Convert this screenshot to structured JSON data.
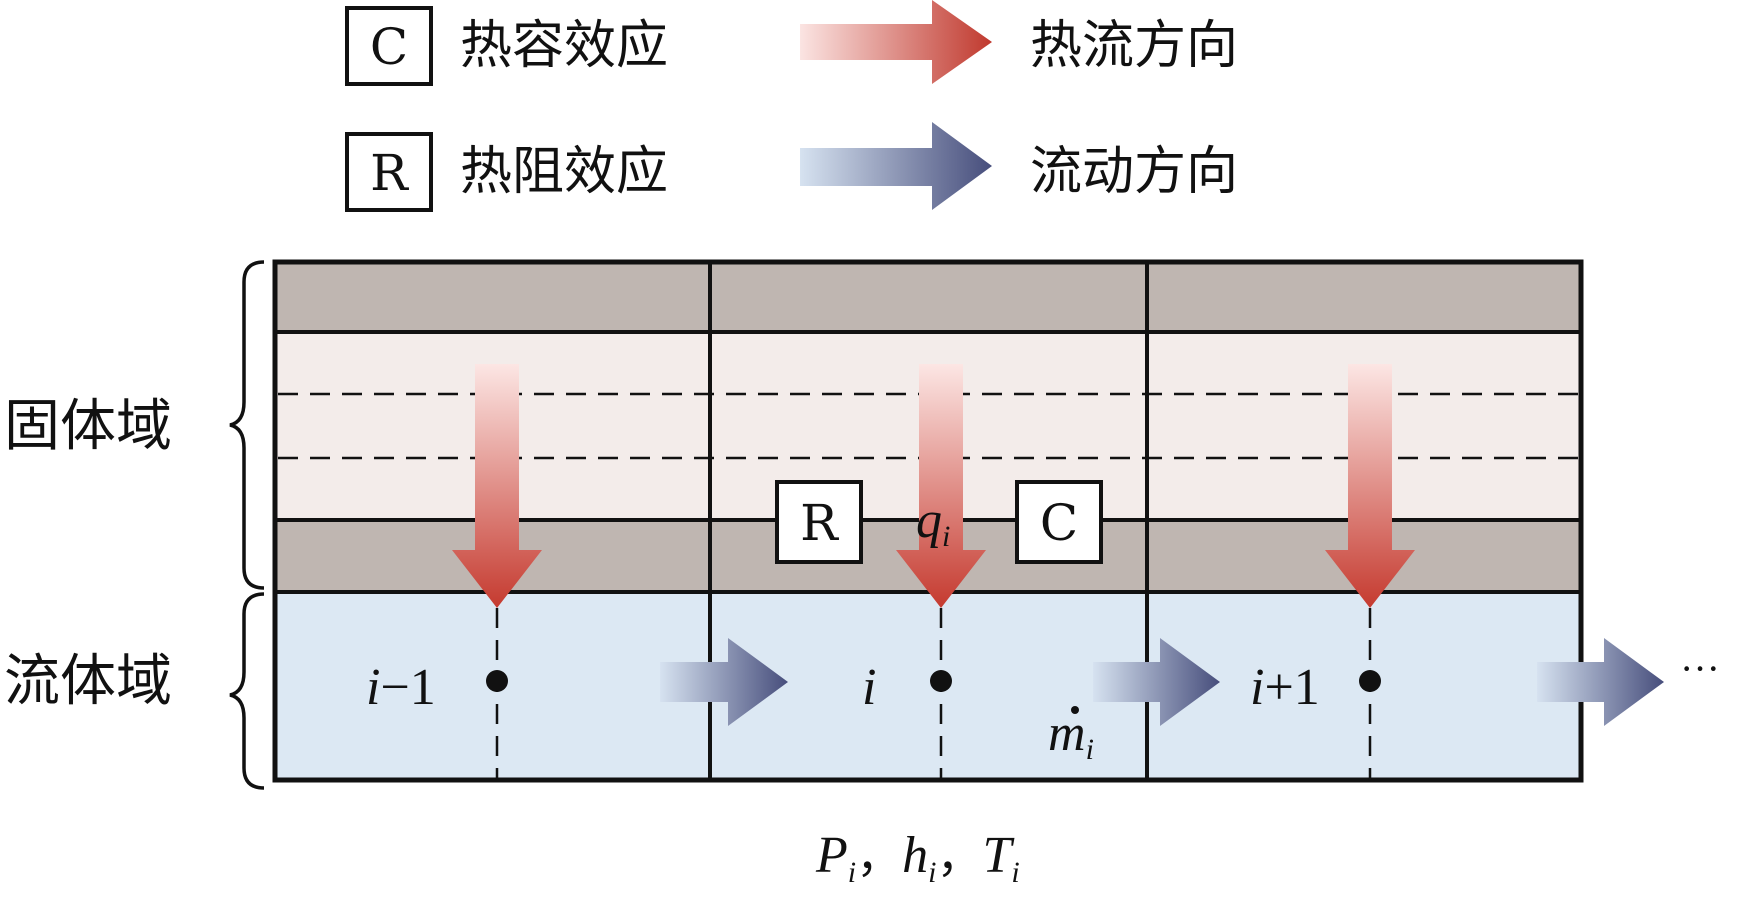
{
  "legend": {
    "capacity": {
      "letter": "C",
      "label": "热容效应"
    },
    "resistance": {
      "letter": "R",
      "label": "热阻效应"
    },
    "heat_flow": {
      "label": "热流方向",
      "color": "#c5453a"
    },
    "fluid_flow": {
      "label": "流动方向",
      "color": "#4a527e"
    }
  },
  "domains": {
    "solid": "固体域",
    "fluid": "流体域"
  },
  "cells": [
    {
      "label": "i",
      "suffix": "−1"
    },
    {
      "label": "i",
      "suffix": ""
    },
    {
      "label": "i",
      "suffix": "+1"
    }
  ],
  "annotations": {
    "heat_symbol": "q",
    "heat_sub": "i",
    "mass_symbol": "m",
    "mass_sub": "i",
    "box_r": "R",
    "box_c": "C",
    "state_p": "P",
    "state_h": "h",
    "state_t": "T",
    "state_sub": "i",
    "sep1": "，",
    "sep2": "，",
    "ellipsis": "···"
  },
  "colors": {
    "wall": "#bfb6b1",
    "solid_layer": "#f3ecea",
    "fluid": "#dce8f3",
    "heat_arrow": "#c5453a",
    "flow_arrow": "#4a527e"
  }
}
